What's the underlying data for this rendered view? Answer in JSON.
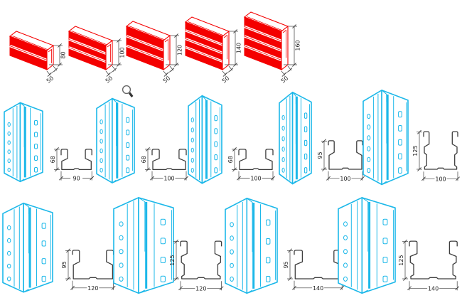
{
  "colors": {
    "beam_red": "#f40000",
    "upright_cyan": "#1cb8e9",
    "drawing_line": "#3d3d3d",
    "background": "#ffffff"
  },
  "icons": {
    "magnifier": "magnifying-glass-zoom-cursor"
  },
  "beam_profiles": [
    {
      "depth": "50",
      "height": "80"
    },
    {
      "depth": "50",
      "height": "100"
    },
    {
      "depth": "50",
      "height": "120"
    },
    {
      "depth": "50",
      "height": "140"
    },
    {
      "depth": "50",
      "height": "160"
    }
  ],
  "upright_rows": [
    {
      "items": [
        {
          "section": {
            "width": "90",
            "height": "68"
          }
        },
        {
          "section": {
            "width": "100",
            "height": "68"
          }
        },
        {
          "section": {
            "width": "100",
            "height": "68"
          }
        },
        {
          "section": {
            "width": "100",
            "height": "95"
          }
        },
        {
          "section": {
            "width": "100",
            "height": "125"
          }
        }
      ]
    },
    {
      "items": [
        {
          "section": {
            "width": "120",
            "height": "95"
          }
        },
        {
          "section": {
            "width": "120",
            "height": "125"
          }
        },
        {
          "section": {
            "width": "140",
            "height": "95"
          }
        },
        {
          "section": {
            "width": "140",
            "height": "125"
          }
        }
      ]
    }
  ]
}
